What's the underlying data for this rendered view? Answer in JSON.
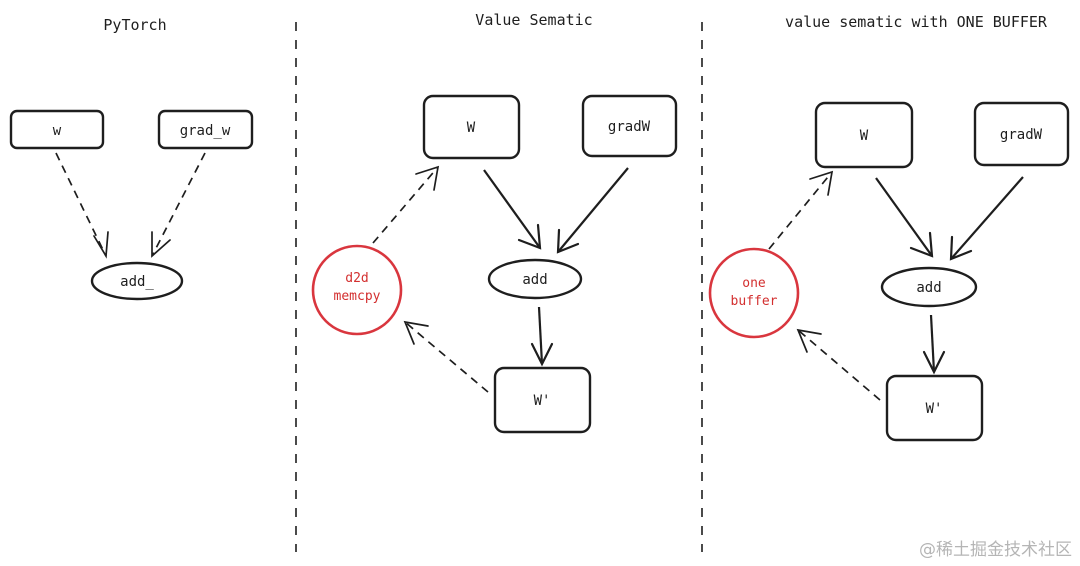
{
  "panels": {
    "pytorch": {
      "title": "PyTorch",
      "nodes": {
        "w": "w",
        "grad_w": "grad_w",
        "add": "add_"
      }
    },
    "value_sematic": {
      "title": "Value Sematic",
      "nodes": {
        "w": "W",
        "grad_w": "gradW",
        "add": "add",
        "w_prime": "W'",
        "memcpy_line1": "d2d",
        "memcpy_line2": "memcpy"
      }
    },
    "one_buffer": {
      "title": "value sematic with ONE BUFFER",
      "nodes": {
        "w": "W",
        "grad_w": "gradW",
        "add": "add",
        "w_prime": "W'",
        "buffer_line1": "one",
        "buffer_line2": "buffer"
      }
    }
  },
  "colors": {
    "ink": "#1e1e1e",
    "accent_red": "#d9363e"
  },
  "watermark": "@稀土掘金技术社区"
}
